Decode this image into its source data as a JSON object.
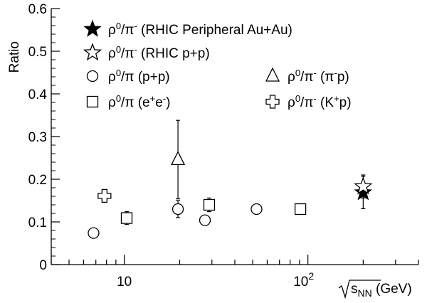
{
  "chart_data": {
    "type": "scatter",
    "x_scale": "log",
    "xlim": [
      4,
      400
    ],
    "ylim": [
      0,
      0.6
    ],
    "ylabel": "Ratio",
    "xlabel": {
      "root_base": "s",
      "root_sub": "NN",
      "unit": " (GeV)"
    },
    "x_tick_labels": [
      {
        "value": 10,
        "base": "10",
        "exp": ""
      },
      {
        "value": 100,
        "base": "10",
        "exp": "2"
      }
    ],
    "y_tick_labels": [
      "0",
      "0.1",
      "0.2",
      "0.3",
      "0.4",
      "0.5",
      "0.6"
    ],
    "y_ticks": [
      0,
      0.1,
      0.2,
      0.3,
      0.4,
      0.5,
      0.6
    ],
    "series": [
      {
        "marker": "filled-star",
        "label_parts": [
          "ρ",
          "0",
          "/π",
          "-",
          " (RHIC Peripheral Au+Au)"
        ],
        "points": [
          {
            "x": 200,
            "y": 0.169,
            "err": 0.038
          }
        ]
      },
      {
        "marker": "open-star",
        "label_parts": [
          "ρ",
          "0",
          "/π",
          "-",
          " (RHIC p+p)"
        ],
        "points": [
          {
            "x": 200,
            "y": 0.183,
            "err": 0.027
          }
        ]
      },
      {
        "marker": "open-circle",
        "label_parts": [
          "ρ",
          "0",
          "/π",
          "",
          "  (p+p)"
        ],
        "points": [
          {
            "x": 6.8,
            "y": 0.074,
            "err": 0
          },
          {
            "x": 19.6,
            "y": 0.13,
            "err": 0.02
          },
          {
            "x": 27.5,
            "y": 0.104,
            "err": 0
          },
          {
            "x": 52.5,
            "y": 0.13,
            "err": 0
          }
        ]
      },
      {
        "marker": "open-square",
        "label_parts": [
          "ρ",
          "0",
          "/π",
          "",
          "  (e",
          "+",
          "e",
          "-",
          ")"
        ],
        "points": [
          {
            "x": 10.3,
            "y": 0.109,
            "err": 0.015
          },
          {
            "x": 29,
            "y": 0.14,
            "err": 0.016
          },
          {
            "x": 91,
            "y": 0.13,
            "err": 0
          }
        ]
      },
      {
        "marker": "open-triangle",
        "label_parts": [
          "ρ",
          "0",
          "/π",
          "-",
          "  (π",
          "-",
          "p)"
        ],
        "points": [
          {
            "x": 19.6,
            "y": 0.246,
            "err": 0.092
          }
        ]
      },
      {
        "marker": "open-cross",
        "label_parts": [
          "ρ",
          "0",
          "/π",
          "-",
          "  (K",
          "+",
          "p)"
        ],
        "points": [
          {
            "x": 7.8,
            "y": 0.161,
            "err": 0
          }
        ]
      }
    ]
  }
}
